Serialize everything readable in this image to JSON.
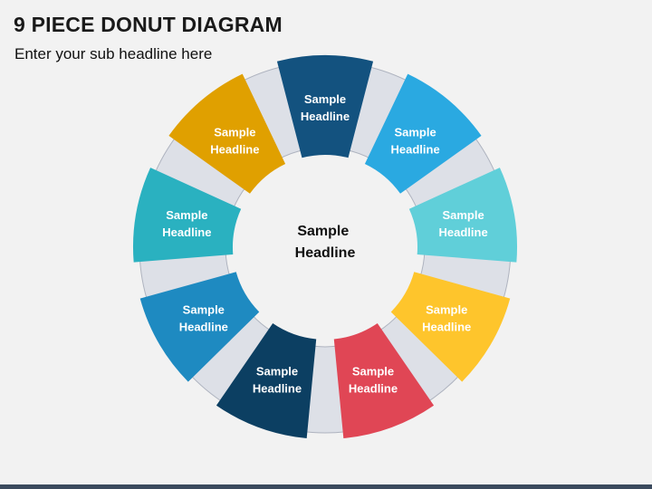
{
  "title": "9 PIECE DONUT DIAGRAM",
  "subtitle": "Enter your sub headline here",
  "center": {
    "line1": "Sample",
    "line2": "Headline"
  },
  "connector_color": "#dde0e7",
  "connector_edge_color": "#aeb3bf",
  "bar_color": "#3b4a5e",
  "segments": [
    {
      "line1": "Sample",
      "line2": "Headline",
      "color": "#13527f"
    },
    {
      "line1": "Sample",
      "line2": "Headline",
      "color": "#2aa9e1"
    },
    {
      "line1": "Sample",
      "line2": "Headline",
      "color": "#60cfd9"
    },
    {
      "line1": "Sample",
      "line2": "Headline",
      "color": "#fec52c"
    },
    {
      "line1": "Sample",
      "line2": "Headline",
      "color": "#e04655"
    },
    {
      "line1": "Sample",
      "line2": "Headline",
      "color": "#0c3f62"
    },
    {
      "line1": "Sample",
      "line2": "Headline",
      "color": "#1e8ac1"
    },
    {
      "line1": "Sample",
      "line2": "Headline",
      "color": "#2ab1c0"
    },
    {
      "line1": "Sample",
      "line2": "Headline",
      "color": "#e0a000"
    }
  ]
}
